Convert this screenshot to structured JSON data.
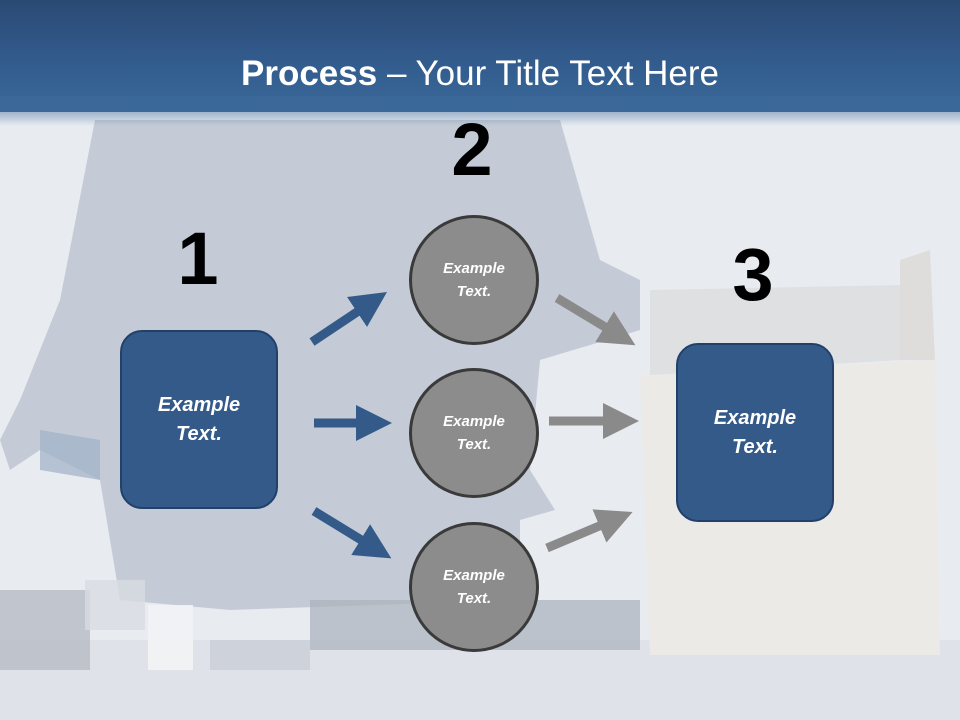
{
  "title": {
    "bold": "Process",
    "rest": " – Your Title Text Here"
  },
  "steps": {
    "one": {
      "number": "1",
      "label_line1": "Example",
      "label_line2": "Text."
    },
    "two": {
      "number": "2"
    },
    "three": {
      "number": "3",
      "label_line1": "Example",
      "label_line2": "Text."
    }
  },
  "circles": [
    {
      "label_line1": "Example",
      "label_line2": "Text."
    },
    {
      "label_line1": "Example",
      "label_line2": "Text."
    },
    {
      "label_line1": "Example",
      "label_line2": "Text."
    }
  ],
  "colors": {
    "title_bar": "#335d8f",
    "box_fill": "#335a88",
    "circle_fill": "#8c8c8c",
    "arrow_blue": "#335a88",
    "arrow_gray": "#8a8a8a"
  }
}
